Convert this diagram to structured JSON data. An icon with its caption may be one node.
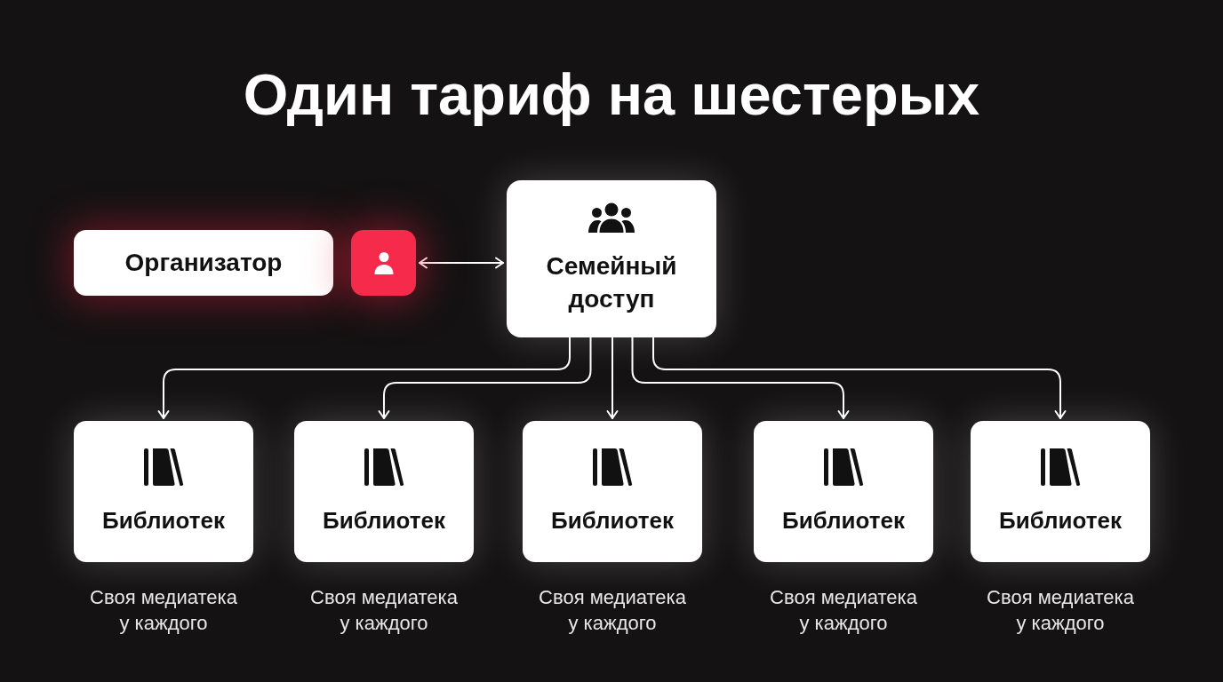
{
  "diagram": {
    "title": "Один тариф на шестерых",
    "nodes": [
      {
        "text": [
          "Организатор"
        ]
      },
      {
        "text": [],
        "shape": "box"
      },
      {
        "text": [
          "Семейный доступ"
        ]
      },
      {
        "text": [
          "Библиотек"
        ],
        "beside": [
          "Своя медиатека у каждого"
        ]
      },
      {
        "text": [
          "Библиотек"
        ],
        "beside": [
          "Своя медиатека у каждого"
        ]
      },
      {
        "text": [
          "Библиотек"
        ],
        "beside": [
          "Своя медиатека у каждого"
        ]
      },
      {
        "text": [
          "Библиотек"
        ],
        "beside": [
          "Своя медиатека у каждого"
        ]
      },
      {
        "text": [
          "Библиотек"
        ],
        "beside": [
          "Своя медиатека у каждого"
        ]
      }
    ],
    "edges": [
      {
        "from": 1,
        "to": 2,
        "arrow": "both"
      },
      {
        "from": 2,
        "to": 3,
        "arrow": "to"
      },
      {
        "from": 2,
        "to": 4,
        "arrow": "to"
      },
      {
        "from": 2,
        "to": 5,
        "arrow": "to"
      },
      {
        "from": 2,
        "to": 6,
        "arrow": "to"
      },
      {
        "from": 2,
        "to": 7,
        "arrow": "to"
      }
    ]
  }
}
